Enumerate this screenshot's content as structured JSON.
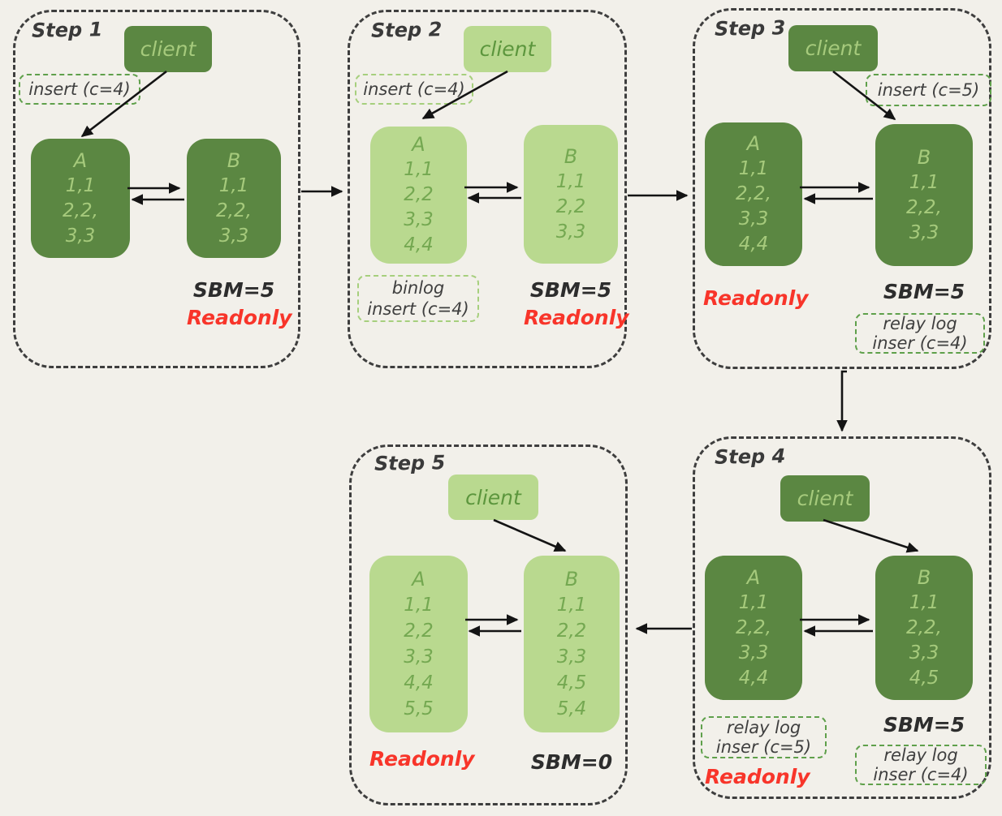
{
  "colors": {
    "background": "#f2f0ea",
    "node_dark_green": "#5b8742",
    "node_light_green": "#b9d98f",
    "text_on_dark_green": "#a6ca7c",
    "text_on_light_green": "#74a851",
    "readonly_red": "#f8352a",
    "step_border_gray": "#3e3e3e",
    "tag_border_green": "#5fa04b",
    "tag_border_light_green": "#a6cf7d",
    "label_text_gray": "#3a3a3a",
    "arrow_black": "#141414"
  },
  "connections": [
    {
      "from": "step-1",
      "to": "step-2"
    },
    {
      "from": "step-2",
      "to": "step-3"
    },
    {
      "from": "step-3",
      "to": "step-4"
    },
    {
      "from": "step-4",
      "to": "step-5"
    }
  ],
  "steps": [
    {
      "label": "Step 1",
      "client_label": "client",
      "client_variant": "dark",
      "client_arrow_target": "A",
      "insert_label": "insert (c=4)",
      "nodeA": {
        "name": "A",
        "variant": "dark",
        "rows": [
          "1,1",
          "2,2,",
          "3,3"
        ]
      },
      "nodeB": {
        "name": "B",
        "variant": "dark",
        "rows": [
          "1,1",
          "2,2,",
          "3,3"
        ]
      },
      "ab_arrows": "bidirectional",
      "sbm_label": "SBM=5",
      "readonly_label": "Readonly"
    },
    {
      "label": "Step 2",
      "client_label": "client",
      "client_variant": "light",
      "client_arrow_target": "A",
      "insert_label": "insert (c=4)",
      "binlog_lines": [
        "binlog",
        "insert (c=4)"
      ],
      "nodeA": {
        "name": "A",
        "variant": "light",
        "rows": [
          "1,1",
          "2,2",
          "3,3",
          "4,4"
        ]
      },
      "nodeB": {
        "name": "B",
        "variant": "light",
        "rows": [
          "1,1",
          "2,2",
          "3,3"
        ]
      },
      "ab_arrows": "bidirectional",
      "sbm_label": "SBM=5",
      "readonly_label": "Readonly"
    },
    {
      "label": "Step 3",
      "client_label": "client",
      "client_variant": "dark",
      "client_arrow_target": "B",
      "insert_label": "insert (c=5)",
      "relay_lines": [
        "relay log",
        "inser (c=4)"
      ],
      "nodeA": {
        "name": "A",
        "variant": "dark",
        "rows": [
          "1,1",
          "2,2,",
          "3,3",
          "4,4"
        ]
      },
      "nodeB": {
        "name": "B",
        "variant": "dark",
        "rows": [
          "1,1",
          "2,2,",
          "3,3"
        ]
      },
      "ab_arrows": "bidirectional",
      "sbm_label": "SBM=5",
      "readonly_label": "Readonly"
    },
    {
      "label": "Step 4",
      "client_label": "client",
      "client_variant": "dark",
      "client_arrow_target": "B",
      "relay_lines_a": [
        "relay log",
        "inser (c=5)"
      ],
      "relay_lines_b": [
        "relay log",
        "inser (c=4)"
      ],
      "nodeA": {
        "name": "A",
        "variant": "dark",
        "rows": [
          "1,1",
          "2,2,",
          "3,3",
          "4,4"
        ]
      },
      "nodeB": {
        "name": "B",
        "variant": "dark",
        "rows": [
          "1,1",
          "2,2,",
          "3,3",
          "4,5"
        ]
      },
      "ab_arrows": "bidirectional",
      "sbm_label": "SBM=5",
      "readonly_label": "Readonly"
    },
    {
      "label": "Step 5",
      "client_label": "client",
      "client_variant": "light",
      "client_arrow_target": "B",
      "nodeA": {
        "name": "A",
        "variant": "light",
        "rows": [
          "1,1",
          "2,2",
          "3,3",
          "4,4",
          "5,5"
        ]
      },
      "nodeB": {
        "name": "B",
        "variant": "light",
        "rows": [
          "1,1",
          "2,2",
          "3,3",
          "4,5",
          "5,4"
        ]
      },
      "ab_arrows": "bidirectional",
      "sbm_label": "SBM=0",
      "readonly_label": "Readonly"
    }
  ]
}
